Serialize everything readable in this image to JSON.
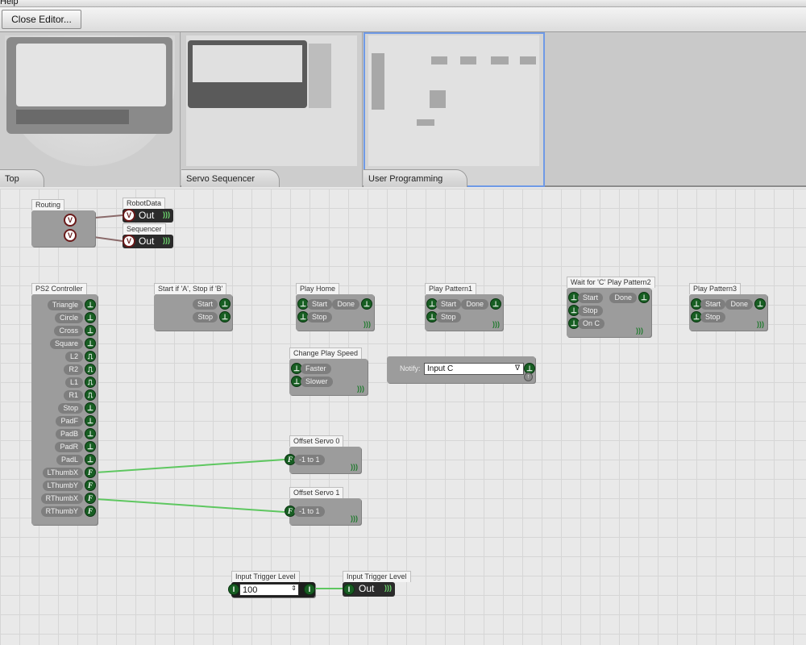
{
  "menubar": {
    "label": "Help"
  },
  "toolbar": {
    "close_editor": "Close Editor..."
  },
  "tabs": [
    {
      "label": "Top"
    },
    {
      "label": "Servo Sequencer"
    },
    {
      "label": "User Programming"
    }
  ],
  "nodes": {
    "routing": {
      "title": "Routing"
    },
    "robotdata": {
      "title": "RobotData",
      "out": "Out"
    },
    "sequencer": {
      "title": "Sequencer",
      "out": "Out"
    },
    "ps2": {
      "title": "PS2 Controller",
      "outputs": [
        "Triangle",
        "Circle",
        "Cross",
        "Square",
        "L2",
        "R2",
        "L1",
        "R1",
        "Stop",
        "PadF",
        "PadB",
        "PadR",
        "PadL",
        "LThumbX",
        "LThumbY",
        "RThumbX",
        "RThumbY"
      ]
    },
    "startstop": {
      "title": "Start if 'A', Stop if 'B'",
      "outputs": [
        "Start",
        "Stop"
      ]
    },
    "playhome": {
      "title": "Play Home",
      "inputs": [
        "Start",
        "Stop"
      ],
      "done": "Done"
    },
    "pattern1": {
      "title": "Play Pattern1",
      "inputs": [
        "Start",
        "Stop"
      ],
      "done": "Done"
    },
    "pattern2": {
      "title": "Wait for 'C' Play Pattern2",
      "inputs": [
        "Start",
        "Stop",
        "On C"
      ],
      "done": "Done"
    },
    "pattern3": {
      "title": "Play Pattern3",
      "inputs": [
        "Start",
        "Stop"
      ],
      "done": "Done"
    },
    "speed": {
      "title": "Change Play Speed",
      "inputs": [
        "Faster",
        "Slower"
      ]
    },
    "notify": {
      "label": "Notify:",
      "value": "Input C"
    },
    "offset0": {
      "title": "Offset Servo 0",
      "input": "-1 to 1"
    },
    "offset1": {
      "title": "Offset Servo 1",
      "input": "-1 to 1"
    },
    "trigger_in": {
      "title": "Input Trigger Level",
      "value": "100"
    },
    "trigger_out": {
      "title": "Input Trigger Level",
      "out": "Out"
    }
  },
  "colors": {
    "wire_green": "#5ec760",
    "wire_brown": "#8a6a6a",
    "port_green": "#175e22",
    "active_tab": "#6f9ae6"
  },
  "icons": {
    "trigger": "⊥",
    "pulse": "⎍",
    "float": "F",
    "variant": "V",
    "integer": "I",
    "wave": ")))"
  }
}
